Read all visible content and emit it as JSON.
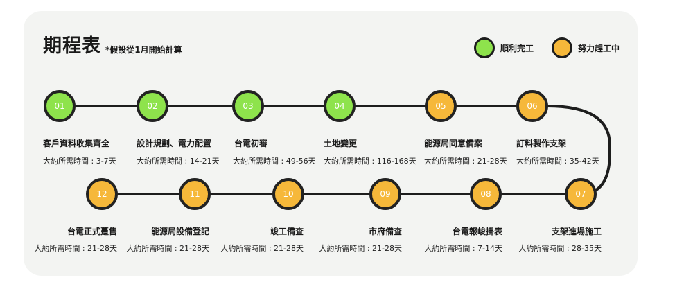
{
  "header": {
    "title": "期程表",
    "subtitle": "*假設從1月開始計算"
  },
  "legend": {
    "done": {
      "label": "順利完工",
      "color": "#8ee34c"
    },
    "in_progress": {
      "label": "努力趕工中",
      "color": "#f6b83a"
    }
  },
  "steps": [
    {
      "num": "01",
      "title": "客戶資料收集齊全",
      "duration": "大約所需時間 : 3-7天",
      "status": "done"
    },
    {
      "num": "02",
      "title": "設計規劃、電力配置",
      "duration": "大約所需時間 : 14-21天",
      "status": "done"
    },
    {
      "num": "03",
      "title": "台電初審",
      "duration": "大約所需時間 : 49-56天",
      "status": "done"
    },
    {
      "num": "04",
      "title": "土地變更",
      "duration": "大約所需時間 : 116-168天",
      "status": "done"
    },
    {
      "num": "05",
      "title": "能源局同意備案",
      "duration": "大約所需時間 : 21-28天",
      "status": "in_progress"
    },
    {
      "num": "06",
      "title": "訂料製作支架",
      "duration": "大約所需時間 : 35-42天",
      "status": "in_progress"
    },
    {
      "num": "07",
      "title": "支架進場施工",
      "duration": "大約所需時間 : 28-35天",
      "status": "in_progress"
    },
    {
      "num": "08",
      "title": "台電報峻掛表",
      "duration": "大約所需時間 : 7-14天",
      "status": "in_progress"
    },
    {
      "num": "09",
      "title": "市府備查",
      "duration": "大約所需時間 : 21-28天",
      "status": "in_progress"
    },
    {
      "num": "10",
      "title": "竣工備查",
      "duration": "大約所需時間 : 21-28天",
      "status": "in_progress"
    },
    {
      "num": "11",
      "title": "能源局設備登記",
      "duration": "大約所需時間 : 21-28天",
      "status": "in_progress"
    },
    {
      "num": "12",
      "title": "台電正式躉售",
      "duration": "大約所需時間 : 21-28天",
      "status": "in_progress"
    }
  ]
}
